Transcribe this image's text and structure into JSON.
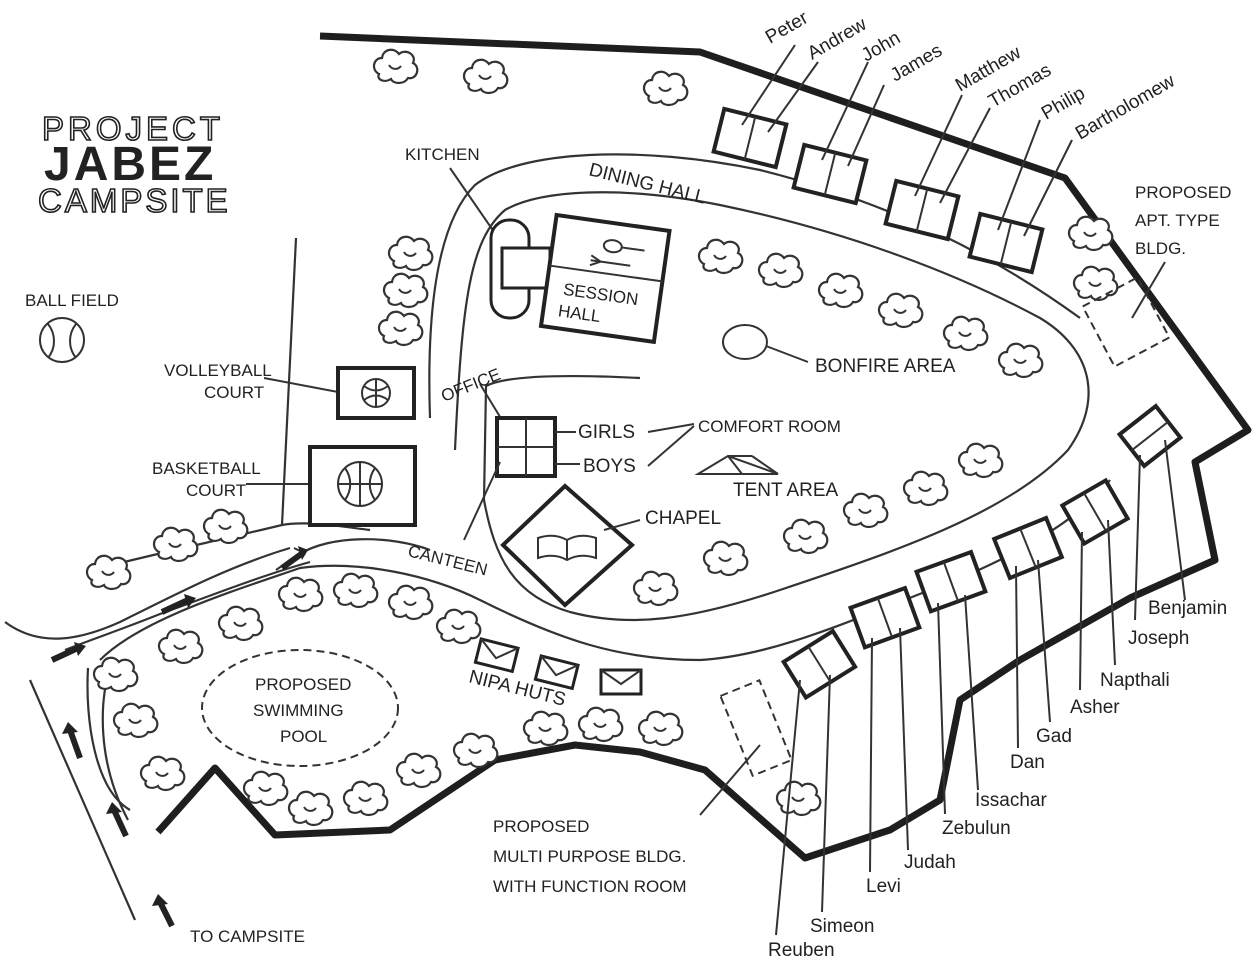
{
  "title": {
    "line1": "PROJECT",
    "line2": "JABEZ",
    "line3": "CAMPSITE"
  },
  "facilities": {
    "kitchen": "KITCHEN",
    "dining_hall": "DINING HALL",
    "session_hall_1": "SESSION",
    "session_hall_2": "HALL",
    "ball_field": "BALL FIELD",
    "volleyball_1": "VOLLEYBALL",
    "volleyball_2": "COURT",
    "basketball_1": "BASKETBALL",
    "basketball_2": "COURT",
    "office": "OFFICE",
    "girls": "GIRLS",
    "boys": "BOYS",
    "comfort_room": "COMFORT ROOM",
    "bonfire": "BONFIRE AREA",
    "tent": "TENT AREA",
    "chapel": "CHAPEL",
    "canteen": "CANTEEN",
    "nipa_huts": "NIPA HUTS",
    "pool_1": "PROPOSED",
    "pool_2": "SWIMMING",
    "pool_3": "POOL",
    "apt_1": "PROPOSED",
    "apt_2": "APT. TYPE",
    "apt_3": "BLDG.",
    "multi_1": "PROPOSED",
    "multi_2": "MULTI PURPOSE BLDG.",
    "multi_3": "WITH FUNCTION ROOM",
    "to_campsite": "TO CAMPSITE"
  },
  "apostles": [
    "Peter",
    "Andrew",
    "John",
    "James",
    "Matthew",
    "Thomas",
    "Philip",
    "Bartholomew"
  ],
  "tribes": [
    "Benjamin",
    "Joseph",
    "Napthali",
    "Asher",
    "Gad",
    "Dan",
    "Issachar",
    "Zebulun",
    "Judah",
    "Levi",
    "Simeon",
    "Reuben"
  ]
}
